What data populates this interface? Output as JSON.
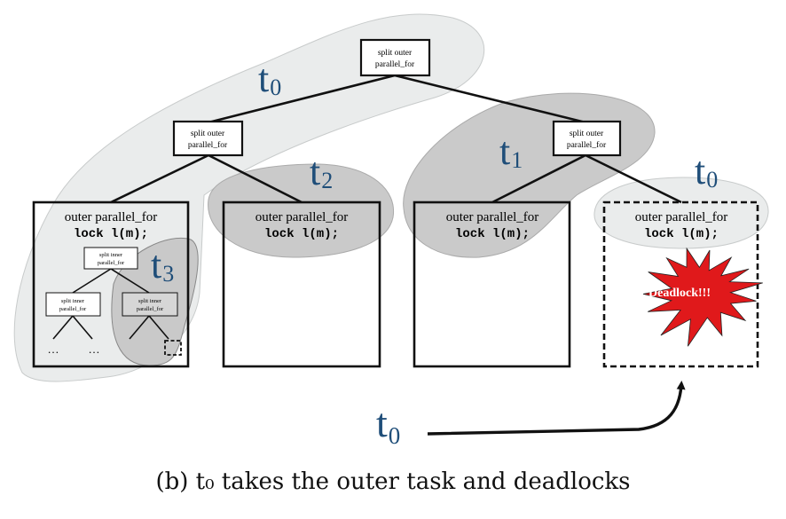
{
  "split_outer_line1": "split outer",
  "split_outer_line2": "parallel_for",
  "outer_label": "outer parallel_for",
  "lock_code": "lock l(m);",
  "split_inner_line1": "split inner",
  "split_inner_line2": "parallel_for",
  "ellipsis": "…",
  "deadlock_text": "Deadlock!!!",
  "threads": {
    "t0_top": {
      "base": "t",
      "sub": "0"
    },
    "t1": {
      "base": "t",
      "sub": "1"
    },
    "t2": {
      "base": "t",
      "sub": "2"
    },
    "t3": {
      "base": "t",
      "sub": "3"
    },
    "t0_right": {
      "base": "t",
      "sub": "0"
    },
    "t0_bottom": {
      "base": "t",
      "sub": "0"
    }
  },
  "caption": "(b) t₀ takes the outer task and deadlocks",
  "colors": {
    "thread_label": "#1f4e79",
    "region_light": "#eaecec",
    "region_dark": "#c9c9c9",
    "deadlock_fill": "#e0191b",
    "line": "#111111"
  }
}
